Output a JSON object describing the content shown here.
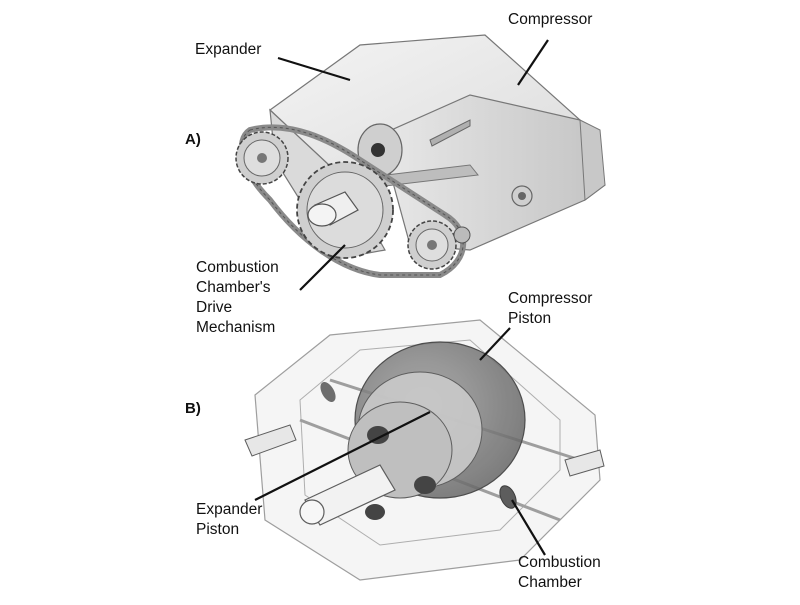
{
  "panels": {
    "a": "A)",
    "b": "B)"
  },
  "labels": {
    "expander": "Expander",
    "compressor": "Compressor",
    "combustion_drive": "Combustion\nChamber's\nDrive\nMechanism",
    "compressor_piston": "Compressor\nPiston",
    "expander_piston": "Expander\nPiston",
    "combustion_chamber": "Combustion\nChamber"
  },
  "colors": {
    "line": "#111111",
    "body_light": "#eeeeee",
    "body_mid": "#d2d2d2",
    "body_dark": "#a8a8a8",
    "gear": "#c8c8c8",
    "belt": "#8a8a8a"
  }
}
